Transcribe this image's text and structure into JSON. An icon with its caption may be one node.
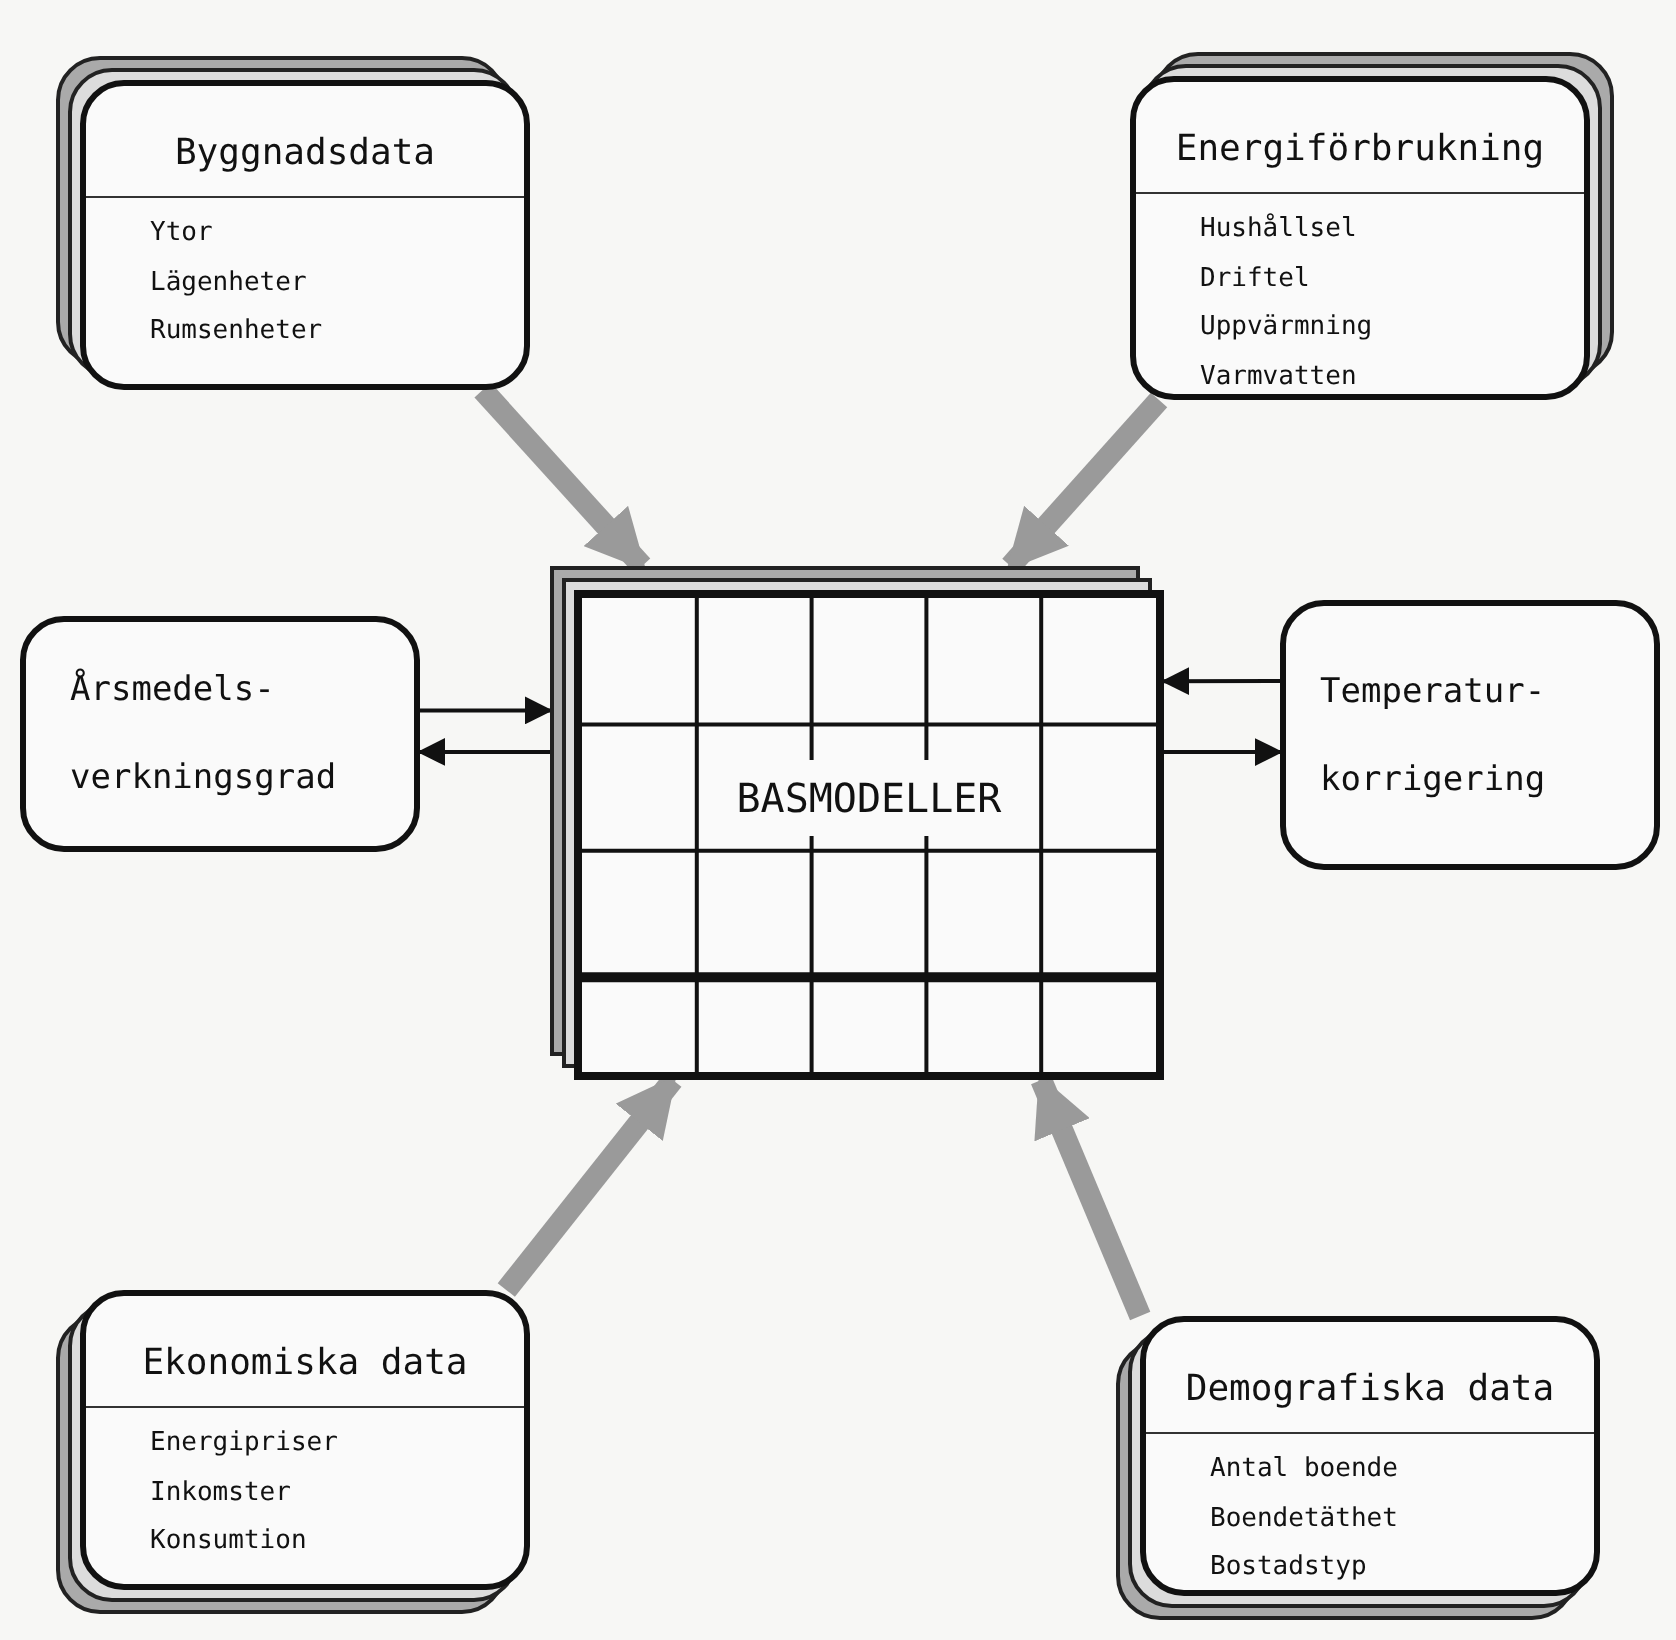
{
  "diagram": {
    "nodes": [
      {
        "text": [
          "Byggnadsdata",
          "Ytor",
          "Lägenheter",
          "Rumsenheter"
        ]
      },
      {
        "text": [
          "Energiförbrukning",
          "Hushållsel",
          "Driftel",
          "Uppvärmning",
          "Varmvatten"
        ]
      },
      {
        "text": [
          "Årsmedels- verkningsgrad"
        ]
      },
      {
        "text": [
          "BASMODELLER"
        ]
      },
      {
        "text": [
          "Temperatur- korrigering"
        ]
      },
      {
        "text": [
          "Ekonomiska data",
          "Energipriser",
          "Inkomster",
          "Konsumtion"
        ]
      },
      {
        "text": [
          "Demografiska data",
          "Antal boende",
          "Boendetäthet",
          "Bostadstyp"
        ]
      }
    ],
    "edges": [
      {
        "from": 0,
        "to": 3,
        "arrow": "to",
        "style": "thick",
        "color": "#9a9a9a"
      },
      {
        "from": 1,
        "to": 3,
        "arrow": "to",
        "style": "thick",
        "color": "#9a9a9a"
      },
      {
        "from": 2,
        "to": 3,
        "arrow": "to",
        "color": "#111111"
      },
      {
        "from": 3,
        "to": 2,
        "arrow": "to",
        "color": "#111111"
      },
      {
        "from": 4,
        "to": 3,
        "arrow": "to",
        "color": "#111111"
      },
      {
        "from": 3,
        "to": 4,
        "arrow": "to",
        "color": "#111111"
      },
      {
        "from": 5,
        "to": 3,
        "arrow": "to",
        "style": "thick",
        "color": "#9a9a9a"
      },
      {
        "from": 6,
        "to": 3,
        "arrow": "to",
        "style": "thick",
        "color": "#9a9a9a"
      }
    ]
  }
}
